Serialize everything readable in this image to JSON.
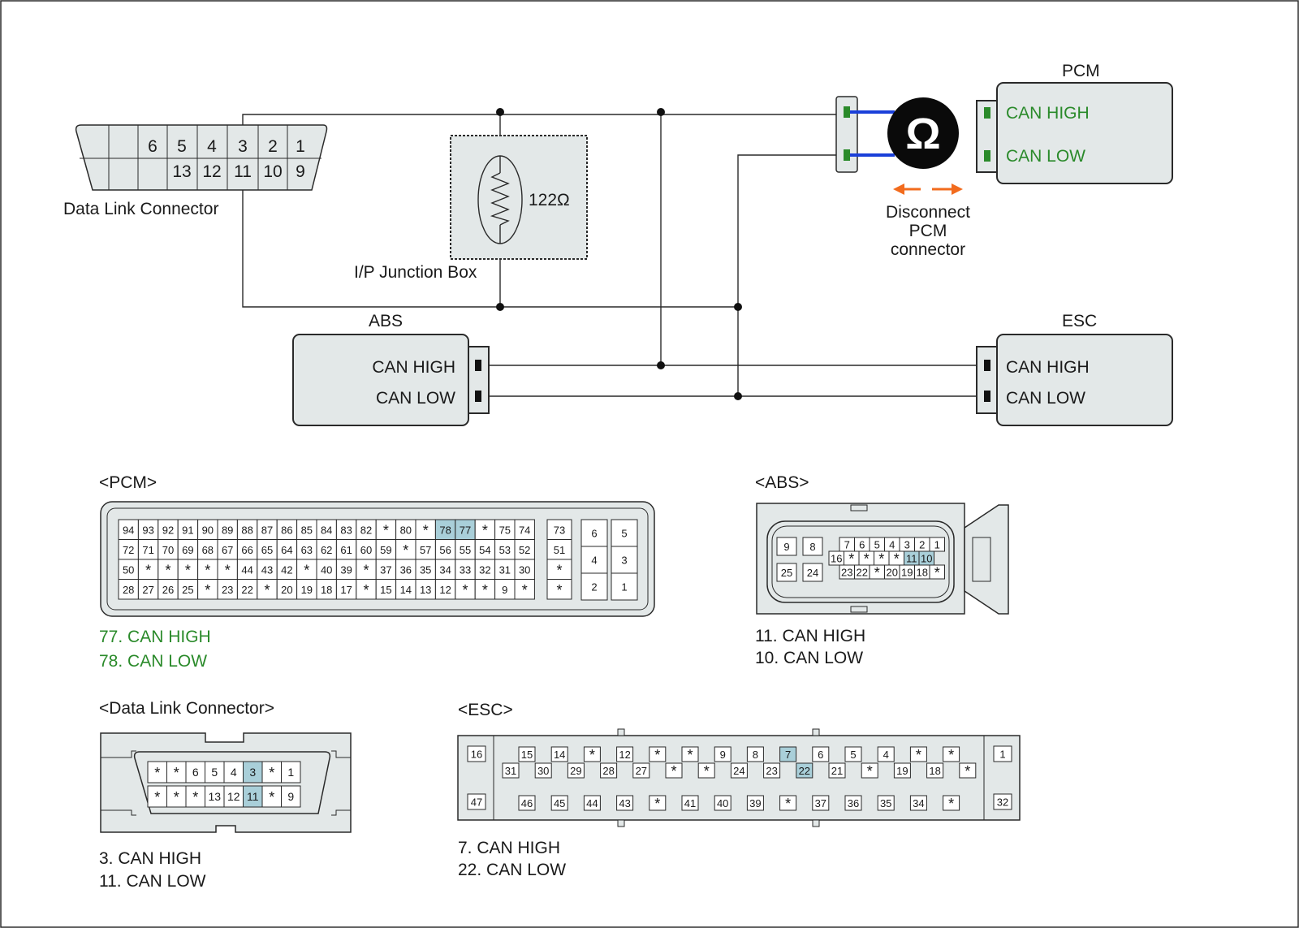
{
  "colors": {
    "accent_green": "#2a8a2a",
    "highlight": "#a9cfd9",
    "probe_blue": "#1a3fd9",
    "arrow_orange": "#f26b1d",
    "module_fill": "#e3e8e8"
  },
  "diagram": {
    "dlc_label": "Data Link Connector",
    "dlc_top_pins": [
      "6",
      "5",
      "4",
      "3",
      "2",
      "1"
    ],
    "dlc_bottom_pins": [
      "13",
      "12",
      "11",
      "10",
      "9"
    ],
    "jbox_label": "I/P Junction Box",
    "resistor_value": "122Ω",
    "pcm_title": "PCM",
    "pcm_high": "CAN HIGH",
    "pcm_low": "CAN LOW",
    "ohm_symbol": "Ω",
    "disconnect_lines": [
      "Disconnect",
      "PCM",
      "connector"
    ],
    "abs_title": "ABS",
    "abs_high": "CAN HIGH",
    "abs_low": "CAN LOW",
    "esc_title": "ESC",
    "esc_high": "CAN HIGH",
    "esc_low": "CAN LOW"
  },
  "pcm_conn": {
    "title": "<PCM>",
    "rows": [
      [
        "94",
        "93",
        "92",
        "91",
        "90",
        "89",
        "88",
        "87",
        "86",
        "85",
        "84",
        "83",
        "82",
        "*",
        "80",
        "*",
        "78",
        "77",
        "*",
        "75",
        "74"
      ],
      [
        "72",
        "71",
        "70",
        "69",
        "68",
        "67",
        "66",
        "65",
        "64",
        "63",
        "62",
        "61",
        "60",
        "59",
        "*",
        "57",
        "56",
        "55",
        "54",
        "53",
        "52"
      ],
      [
        "50",
        "*",
        "*",
        "*",
        "*",
        "*",
        "44",
        "43",
        "42",
        "*",
        "40",
        "39",
        "*",
        "37",
        "36",
        "35",
        "34",
        "33",
        "32",
        "31",
        "30"
      ],
      [
        "28",
        "27",
        "26",
        "25",
        "*",
        "23",
        "22",
        "*",
        "20",
        "19",
        "18",
        "17",
        "*",
        "15",
        "14",
        "13",
        "12",
        "*",
        "*",
        "9",
        "*"
      ]
    ],
    "highlight": [
      "78",
      "77"
    ],
    "col22": [
      "73",
      "51",
      "*",
      "*"
    ],
    "pair_left": [
      "6",
      "4",
      "2"
    ],
    "pair_right": [
      "5",
      "3",
      "1"
    ],
    "legend": [
      "77. CAN HIGH",
      "78. CAN LOW"
    ]
  },
  "abs_conn": {
    "title": "<ABS>",
    "left_top": [
      "9",
      "8"
    ],
    "left_bottom": [
      "25",
      "24"
    ],
    "row1": [
      "7",
      "6",
      "5",
      "4",
      "3",
      "2",
      "1"
    ],
    "row2": [
      "16",
      "*",
      "*",
      "*",
      "*",
      "11",
      "10"
    ],
    "row3": [
      "23",
      "22",
      "*",
      "20",
      "19",
      "18",
      "*"
    ],
    "highlight": [
      "11",
      "10"
    ],
    "legend": [
      "11. CAN HIGH",
      "10. CAN LOW"
    ]
  },
  "dlc_conn": {
    "title": "<Data Link Connector>",
    "row1": [
      "*",
      "*",
      "6",
      "5",
      "4",
      "3",
      "*",
      "1"
    ],
    "row2": [
      "*",
      "*",
      "*",
      "13",
      "12",
      "11",
      "*",
      "9"
    ],
    "highlight": [
      "3",
      "11"
    ],
    "legend": [
      "3. CAN HIGH",
      "11. CAN LOW"
    ]
  },
  "esc_conn": {
    "title": "<ESC>",
    "left": [
      "16",
      "47"
    ],
    "right": [
      "1",
      "32"
    ],
    "row1": [
      "15",
      "14",
      "*",
      "12",
      "*",
      "*",
      "9",
      "8",
      "7",
      "6",
      "5",
      "4",
      "*",
      "*"
    ],
    "row2": [
      "31",
      "30",
      "29",
      "28",
      "27",
      "*",
      "*",
      "24",
      "23",
      "22",
      "21",
      "*",
      "19",
      "18",
      "*"
    ],
    "row3": [
      "46",
      "45",
      "44",
      "43",
      "*",
      "41",
      "40",
      "39",
      "*",
      "37",
      "36",
      "35",
      "34",
      "*"
    ],
    "highlight": [
      "7",
      "22"
    ],
    "legend": [
      "7. CAN HIGH",
      "22. CAN LOW"
    ]
  }
}
